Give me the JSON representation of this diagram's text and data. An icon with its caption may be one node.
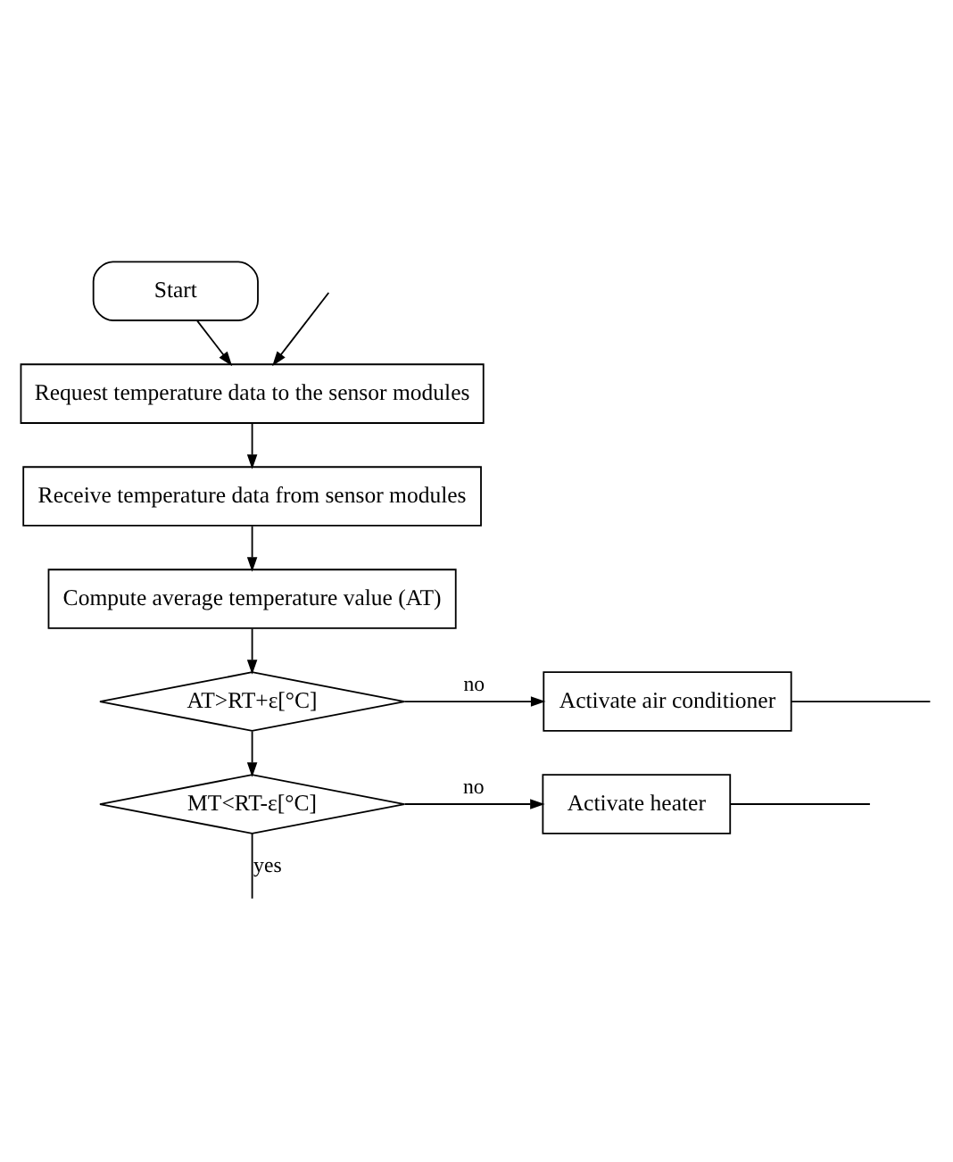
{
  "diagram": {
    "nodes": [
      {
        "text": [
          "Start"
        ]
      },
      {
        "text": [
          "Request temperature data to the sensor modules"
        ]
      },
      {
        "text": [
          "Receive temperature data from sensor modules"
        ]
      },
      {
        "text": [
          "Compute average temperature value (AT)"
        ]
      },
      {
        "text": [
          "AT>RT+ε[°C]"
        ]
      },
      {
        "text": [
          "Activate air conditioner"
        ]
      },
      {
        "text": [
          "MT<RT-ε[°C]"
        ]
      },
      {
        "text": [
          "Activate heater"
        ]
      }
    ],
    "edges": [
      {
        "from": 0,
        "to": 1,
        "arrow": "to"
      },
      {
        "from": null,
        "to": 1,
        "arrow": "to"
      },
      {
        "from": 1,
        "to": 2,
        "arrow": "to"
      },
      {
        "from": 2,
        "to": 3,
        "arrow": "to"
      },
      {
        "from": 3,
        "to": 4,
        "arrow": "to"
      },
      {
        "from": 4,
        "to": 5,
        "arrow": "to",
        "label": "no"
      },
      {
        "from": 5,
        "to": null,
        "arrow": "none"
      },
      {
        "from": 4,
        "to": 6,
        "arrow": "to"
      },
      {
        "from": 6,
        "to": 7,
        "arrow": "to",
        "label": "no"
      },
      {
        "from": 7,
        "to": null,
        "arrow": "none"
      },
      {
        "from": 6,
        "to": null,
        "arrow": "none",
        "label": "yes"
      }
    ]
  }
}
